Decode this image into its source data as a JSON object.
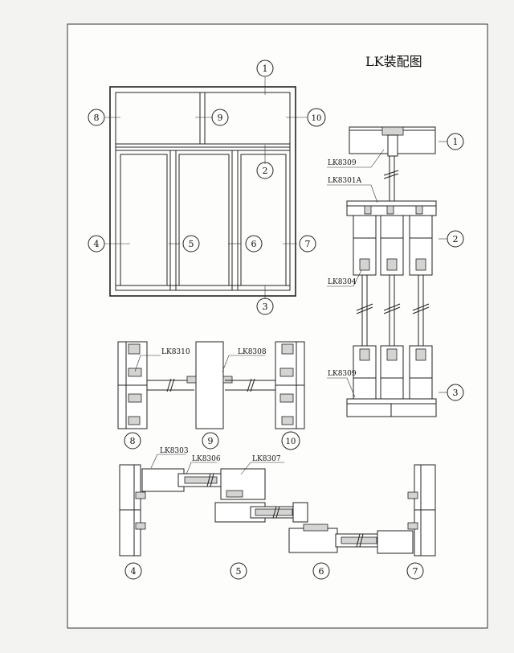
{
  "title": "LK装配图",
  "callouts": {
    "c1": "1",
    "c2": "2",
    "c3": "3",
    "c4": "4",
    "c5": "5",
    "c6": "6",
    "c7": "7",
    "c8": "8",
    "c9": "9",
    "c10": "10"
  },
  "section_numbers": {
    "r1": "1",
    "r2": "2",
    "r3": "3",
    "s8": "8",
    "s9": "9",
    "s10": "10",
    "s4": "4",
    "s5": "5",
    "s6": "6",
    "s7": "7"
  },
  "labels": {
    "lk8309_top": "LK8309",
    "lk8301a": "LK8301A",
    "lk8304": "LK8304",
    "lk8309_bottom": "LK8309",
    "lk8310": "LK8310",
    "lk8308": "LK8308",
    "lk8303": "LK8303",
    "lk8306": "LK8306",
    "lk8307": "LK8307"
  }
}
